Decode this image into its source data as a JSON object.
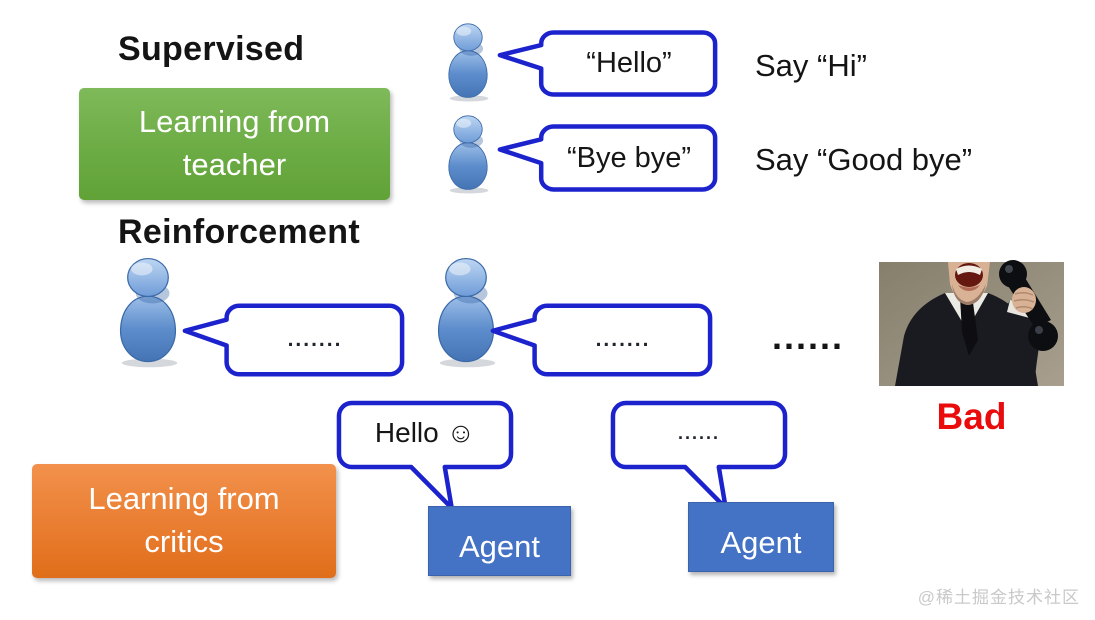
{
  "colors": {
    "bubble_border": "#1c23cd",
    "agent_box_blue": "#4472c4",
    "teacher_box_green": "#6fae48",
    "critics_box_orange": "#ea7f33",
    "bad_red": "#ea0c0c",
    "person_icon_blue": "#5d8dcc"
  },
  "supervised": {
    "title": "Supervised",
    "box_label": "Learning from teacher",
    "rows": [
      {
        "bubble_text": "“Hello”",
        "instruction": "Say “Hi”"
      },
      {
        "bubble_text": "“Bye bye”",
        "instruction": "Say “Good bye”"
      }
    ]
  },
  "reinforcement": {
    "title": "Reinforcement",
    "bubble1_text": ".......",
    "bubble2_text": ".......",
    "ellipsis": "......",
    "bad_label": "Bad"
  },
  "critics": {
    "box_label": "Learning from critics",
    "agents": [
      {
        "bubble_text": "Hello ☺",
        "label": "Agent"
      },
      {
        "bubble_text": "......",
        "label": "Agent"
      }
    ]
  },
  "watermark": "@稀土掘金技术社区"
}
